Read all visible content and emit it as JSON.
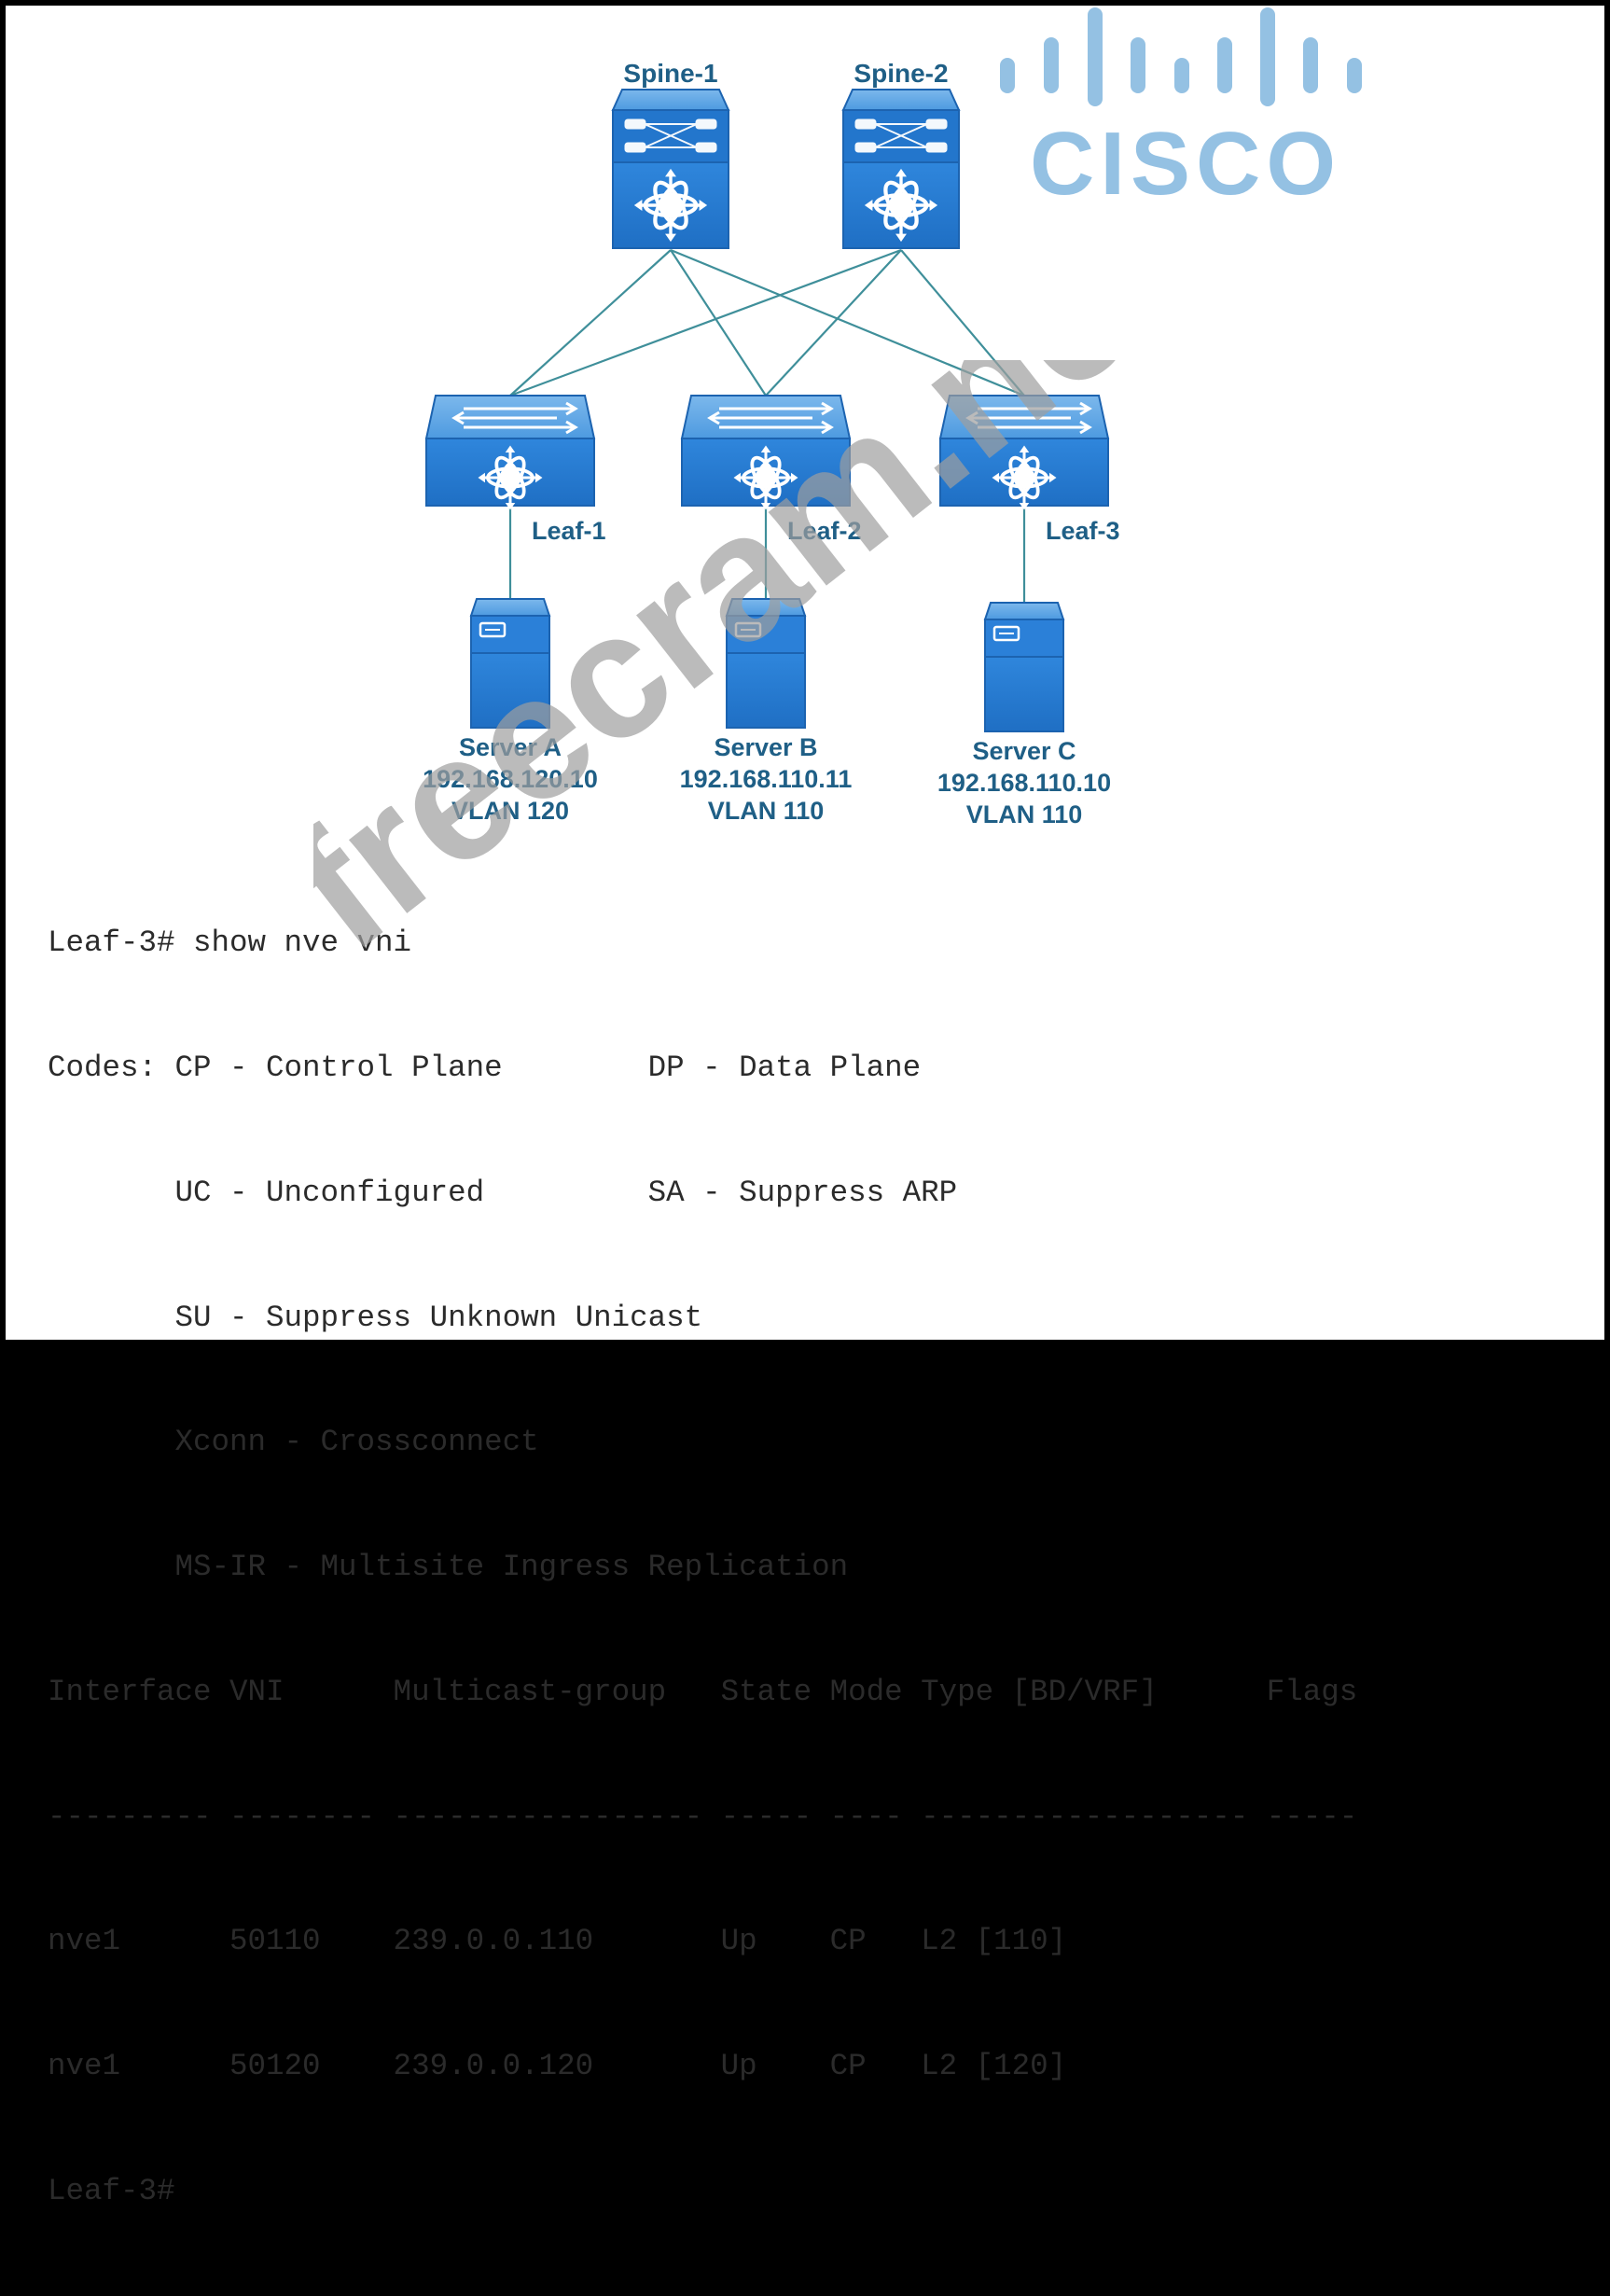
{
  "logo": {
    "text": "CISCO",
    "color": "#94c1e3"
  },
  "colors": {
    "device": "#2a7fd6",
    "label": "#1f5f86",
    "link": "#3f8f9a",
    "watermark": "#bdbdbd"
  },
  "spines": [
    {
      "label": "Spine-1"
    },
    {
      "label": "Spine-2"
    }
  ],
  "leaves": [
    {
      "label": "Leaf-1"
    },
    {
      "label": "Leaf-2"
    },
    {
      "label": "Leaf-3"
    }
  ],
  "servers": [
    {
      "name": "Server A",
      "ip": "192.168.120.10",
      "vlan": "VLAN 120"
    },
    {
      "name": "Server B",
      "ip": "192.168.110.11",
      "vlan": "VLAN 110"
    },
    {
      "name": "Server C",
      "ip": "192.168.110.10",
      "vlan": "VLAN 110"
    }
  ],
  "links": [
    [
      "Spine-1",
      "Leaf-1"
    ],
    [
      "Spine-1",
      "Leaf-2"
    ],
    [
      "Spine-1",
      "Leaf-3"
    ],
    [
      "Spine-2",
      "Leaf-1"
    ],
    [
      "Spine-2",
      "Leaf-2"
    ],
    [
      "Spine-2",
      "Leaf-3"
    ],
    [
      "Leaf-1",
      "Server A"
    ],
    [
      "Leaf-2",
      "Server B"
    ],
    [
      "Leaf-3",
      "Server C"
    ]
  ],
  "watermark": "freecram.net",
  "terminal": {
    "command_line": "Leaf-3# show nve vni",
    "codes": [
      "Codes: CP - Control Plane        DP - Data Plane",
      "       UC - Unconfigured         SA - Suppress ARP",
      "       SU - Suppress Unknown Unicast",
      "       Xconn - Crossconnect",
      "       MS-IR - Multisite Ingress Replication"
    ],
    "header": "Interface VNI      Multicast-group   State Mode Type [BD/VRF]      Flags",
    "separator": "--------- -------- ----------------- ----- ---- ------------------ -----",
    "columns": [
      "Interface",
      "VNI",
      "Multicast-group",
      "State",
      "Mode",
      "Type [BD/VRF]",
      "Flags"
    ],
    "rows": [
      {
        "interface": "nve1",
        "vni": "50110",
        "mcast": "239.0.0.110",
        "state": "Up",
        "mode": "CP",
        "type": "L2 [110]",
        "flags": "",
        "text": "nve1      50110    239.0.0.110       Up    CP   L2 [110]"
      },
      {
        "interface": "nve1",
        "vni": "50120",
        "mcast": "239.0.0.120",
        "state": "Up",
        "mode": "CP",
        "type": "L2 [120]",
        "flags": "",
        "text": "nve1      50120    239.0.0.120       Up    CP   L2 [120]"
      }
    ],
    "prompt": "Leaf-3#"
  }
}
